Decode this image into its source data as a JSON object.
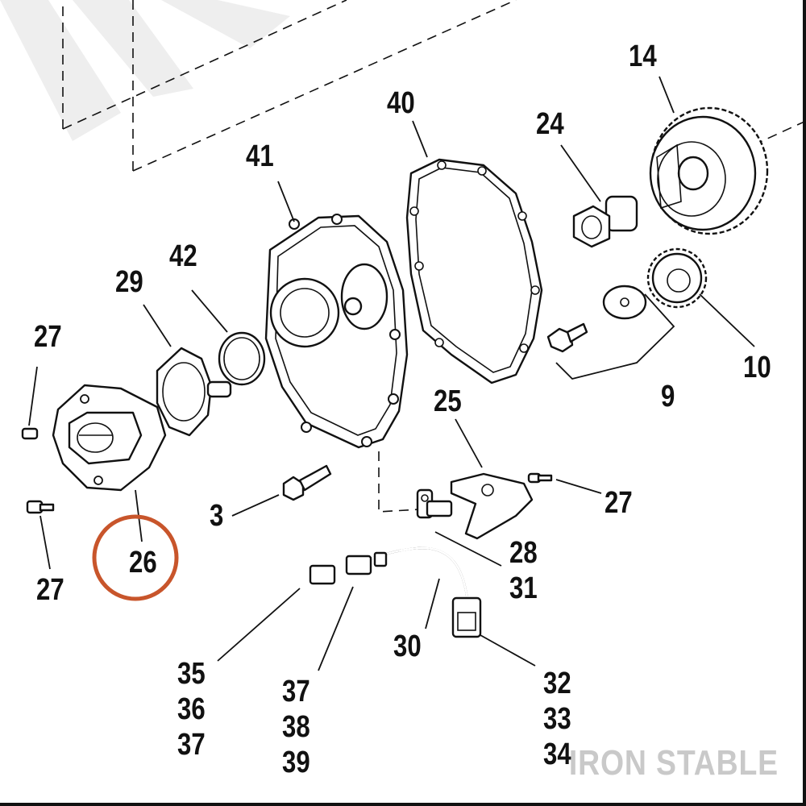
{
  "watermark": "IRON STABLE",
  "highlight_color": "#c8552b",
  "callouts": {
    "c14": "14",
    "c40": "40",
    "c24": "24",
    "c41": "41",
    "c42": "42",
    "c29": "29",
    "c27a": "27",
    "c10": "10",
    "c9": "9",
    "c25": "25",
    "c27b": "27",
    "c3": "3",
    "c26": "26",
    "c27c": "27",
    "c28_31": "28\n31",
    "c30": "30",
    "c35_37": "35\n36\n37",
    "c37_39": "37\n38\n39",
    "c32_34": "32\n33\n34"
  }
}
